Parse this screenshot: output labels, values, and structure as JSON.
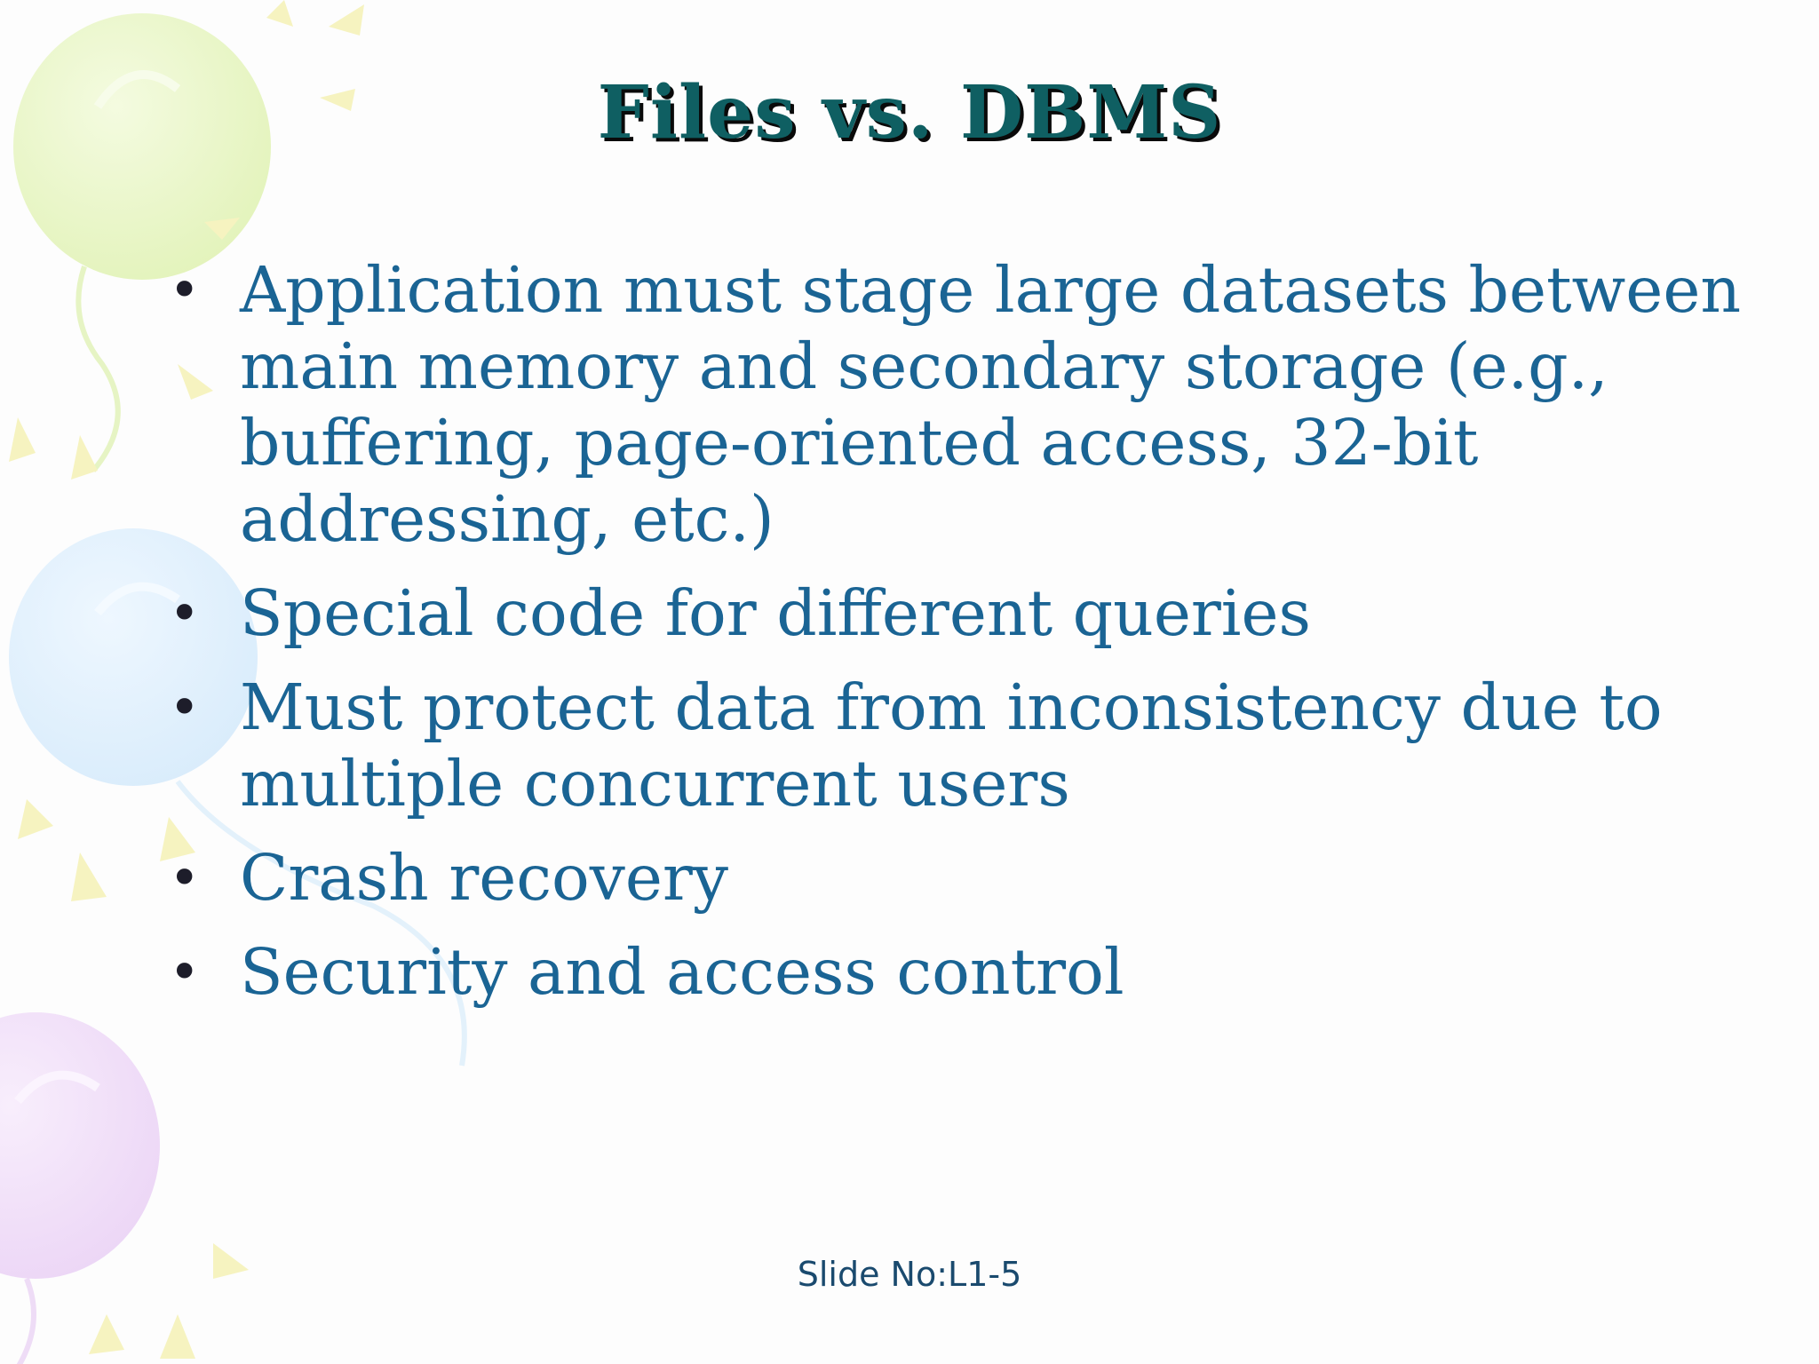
{
  "slide": {
    "title": "Files vs. DBMS",
    "bullets": [
      "Application must stage large datasets between main memory and secondary storage (e.g., buffering, page-oriented access, 32-bit addressing, etc.)",
      "Special code for different queries",
      "Must protect data from inconsistency due to multiple concurrent users",
      "Crash recovery",
      "Security and access control"
    ],
    "footer": "Slide No:L1-5"
  },
  "colors": {
    "title": "#0f5f62",
    "body_text": "#1a6494",
    "background": "#fdfdfd"
  }
}
